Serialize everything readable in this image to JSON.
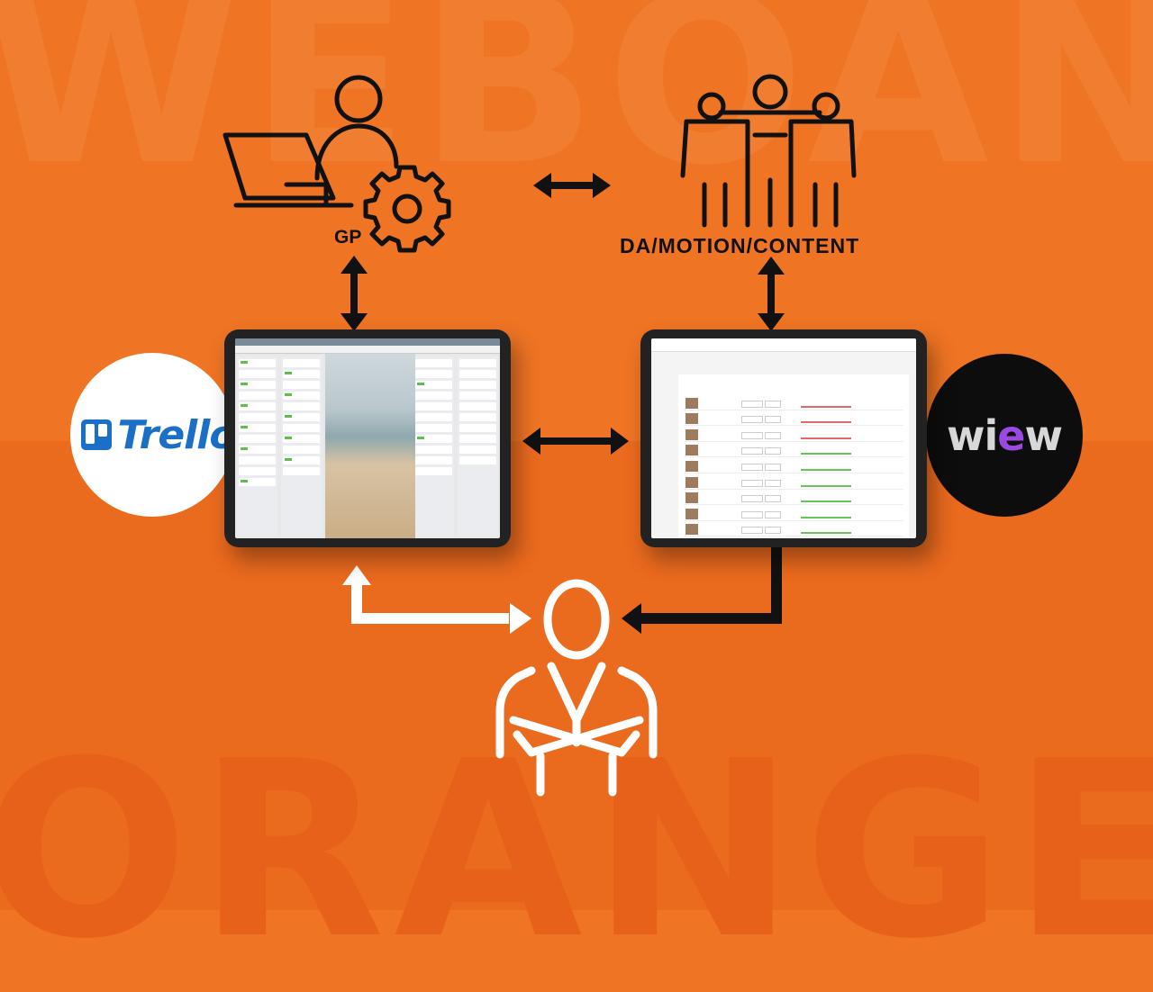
{
  "background_text": {
    "top": "WEBOAN",
    "bottom": "ORANGE"
  },
  "labels": {
    "gp": "GP",
    "da": "DA/MOTION/CONTENT"
  },
  "logos": {
    "trello": "Trello",
    "wiew_prefix": "wi",
    "wiew_e": "e",
    "wiew_suffix": "w"
  },
  "icons": {
    "gp_person": "person-laptop-gear-icon",
    "team": "team-group-icon",
    "client": "client-person-arms-crossed-icon",
    "trello_mark": "trello-board-icon"
  },
  "colors": {
    "background": "#ef7424",
    "trello_blue": "#1a70c7",
    "wiew_purple": "#9b49e3",
    "arrow_black": "#111111",
    "arrow_white": "#ffffff"
  }
}
